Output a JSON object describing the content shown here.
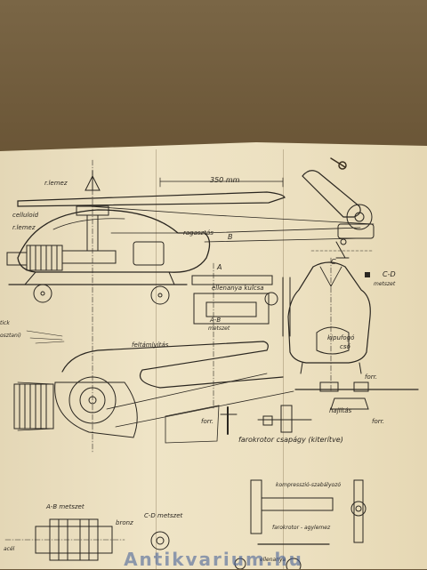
{
  "labels": {
    "rlemez_top": "r.lemez",
    "dim_350": "350 mm",
    "celluloid": "celluloid",
    "rlemez_left": "r.lemez",
    "ragasztas": "ragasztás",
    "point_b": "B",
    "point_a": "A",
    "point_c": "C",
    "point_d": "D",
    "cd_metszet": "C-D",
    "cd_metszet_sub": "metszet",
    "ellenanya_kulcsa": "ellenanya kulcsa",
    "ab_metszet": "A-B",
    "ab_metszet_sub": "metszet",
    "kipufogo_cso": "kipufogó",
    "kipufogo_cso_sub": "cső",
    "tick_left": "tick",
    "tick_left_sub": "osztani)",
    "feltamlyitas": "feltámlyítás",
    "forr_right1": "forr.",
    "forr_right2": "forr.",
    "hajlitas": "hajlítás",
    "forr_mid": "forr.",
    "farokrotor_csapagy": "farokrotor csapágy (kiterítve)",
    "kompresszio_szabalyozo": "kompresszió-szabályozó",
    "ab_metszet_bottom": "A-B metszet",
    "bronz": "bronz",
    "cd_metszet_bottom": "C-D metszet",
    "farokrotor_agylemez": "farokrotor - agylemez",
    "ellenanya_bottom": "ellenanya",
    "acel": "acél"
  },
  "watermark": "Antikvarium.hu",
  "colors": {
    "paper": "#ece0c0",
    "ink": "#2a2620",
    "background": "#6d5a3c",
    "watermark": "#3c5a96"
  }
}
